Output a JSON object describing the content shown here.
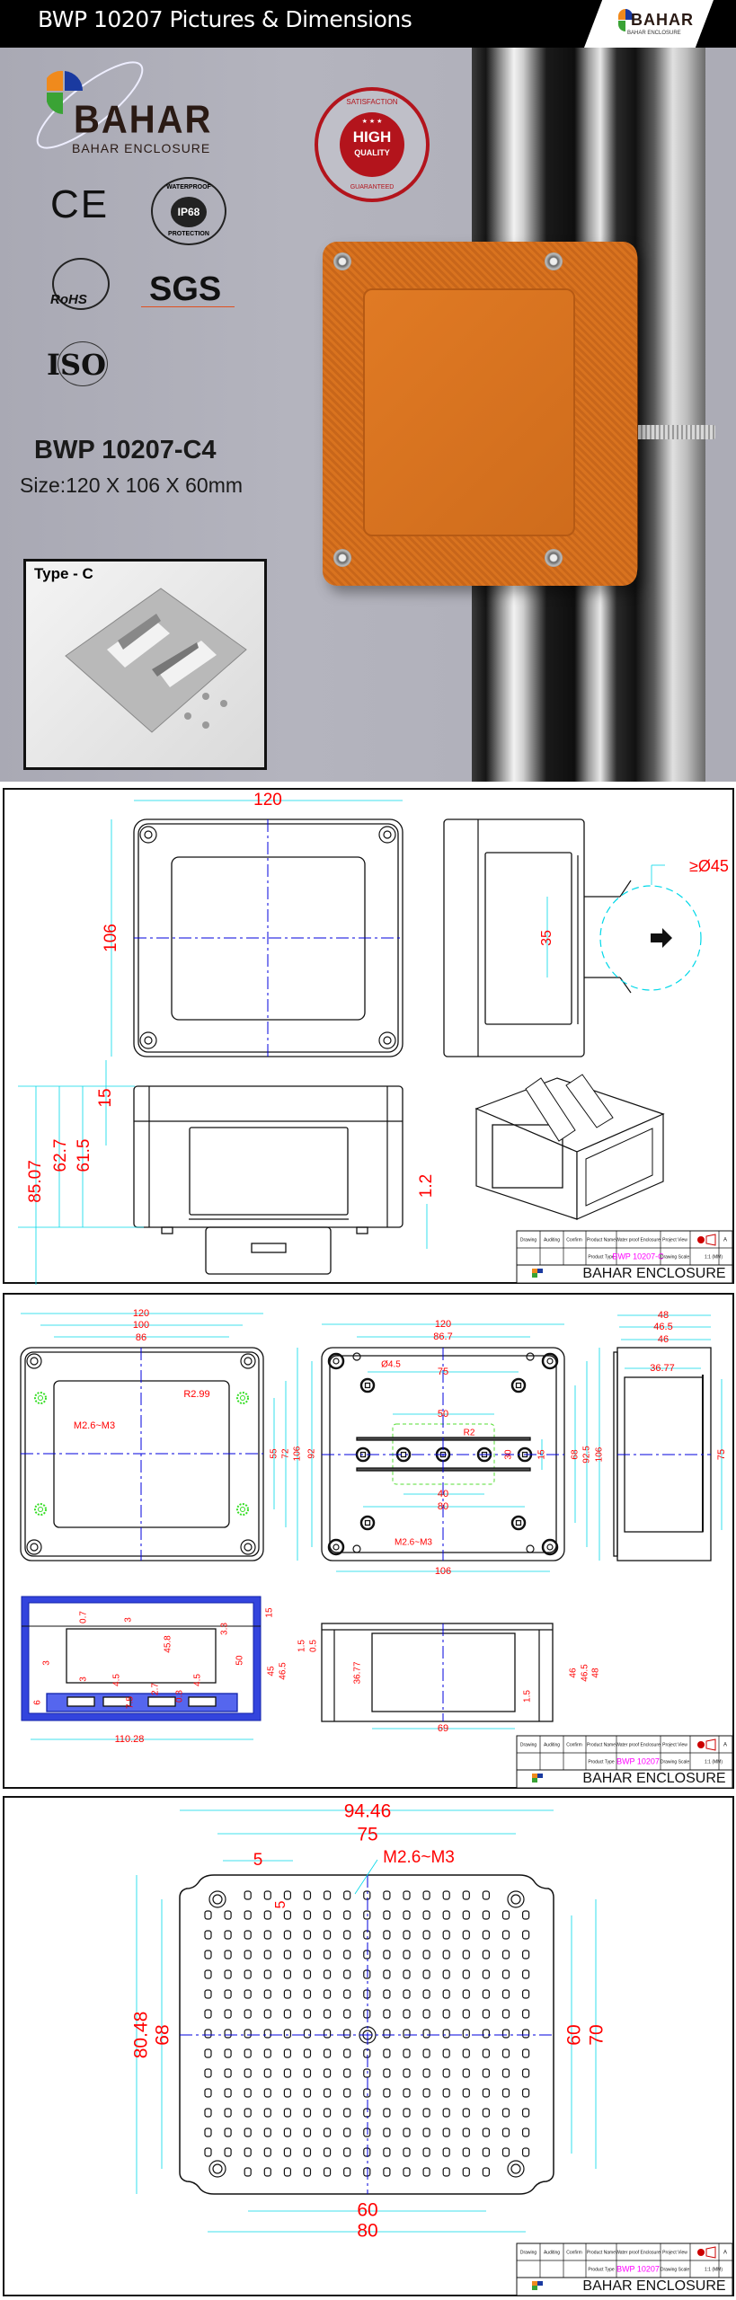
{
  "header": {
    "title": "BWP 10207 Pictures & Dimensions",
    "logo_name": "BAHAR",
    "logo_tagline": "BAHAR ENCLOSURE"
  },
  "hero": {
    "brand": {
      "name": "BAHAR",
      "tagline": "BAHAR ENCLOSURE"
    },
    "badge": {
      "top": "SATISFACTION",
      "main": "HIGH",
      "sub": "QUALITY",
      "bottom": "GUARANTEED",
      "stars": "★ ★ ★"
    },
    "certs": {
      "ce": "CE",
      "ip_top": "WATERPROOF",
      "ip": "IP68",
      "ip_bottom": "PROTECTION",
      "rohs": "RoHS",
      "sgs": "SGS",
      "iso": "ISO"
    },
    "model": "BWP 10207-C4",
    "size": "Size:120 X 106 X 60mm",
    "accessory_label": "Type - C"
  },
  "title_block": {
    "drawing": "Drawing",
    "auditing": "Auditing",
    "confirm": "Confirm",
    "product_name_label": "Product Name",
    "product_name": "Water proof Enclosure",
    "project_view": "Project View",
    "revision": "A",
    "product_type_label": "Product Type",
    "drawing_scale_label": "Drawing Scale",
    "drawing_scale": "1:1 (MM)",
    "company": "BAHAR  ENCLOSURE"
  },
  "drawings": [
    {
      "product_type": "BWP 10207-C",
      "dims": [
        "120",
        "106",
        "35",
        "≥Ø45",
        "15",
        "85.07",
        "62.7",
        "61.5",
        "1.2"
      ]
    },
    {
      "product_type": "BWP 10207",
      "dims": [
        "120",
        "100",
        "86",
        "R2.99",
        "M2.6~M3",
        "55",
        "72",
        "106",
        "92",
        "120",
        "86.7",
        "Ø4.5",
        "75",
        "50",
        "R2",
        "30",
        "15",
        "40",
        "80",
        "M2.6~M3",
        "106",
        "68",
        "92.5",
        "106",
        "48",
        "46.5",
        "46",
        "36.77",
        "75",
        "0.7",
        "3",
        "3.3",
        "45.8",
        "50",
        "3",
        "3",
        "4.5",
        "2.7",
        "4.5",
        "6",
        "7.5",
        "0.3",
        "15",
        "45",
        "46.5",
        "110.28",
        "1.5",
        "0.5",
        "36.77",
        "1.5",
        "46",
        "46.5",
        "48",
        "69"
      ]
    },
    {
      "product_type": "BWP 10207",
      "dims": [
        "94.46",
        "75",
        "5",
        "M2.6~M3",
        "5",
        "80.48",
        "68",
        "60",
        "70",
        "60",
        "80"
      ]
    }
  ],
  "colors": {
    "dim_text": "#ff0000",
    "dim_line": "#00d8e8",
    "center_line": "#0000dd",
    "product_type": "#ff00ff",
    "orange": "#d9731f"
  }
}
